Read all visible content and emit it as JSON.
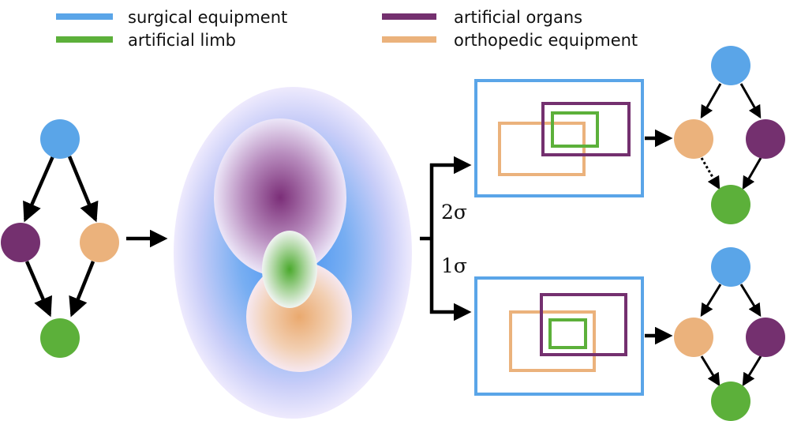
{
  "legend": {
    "items": [
      {
        "label": "surgical equipment",
        "color": "#5aa5e8"
      },
      {
        "label": "artificial limb",
        "color": "#5cb03a"
      },
      {
        "label": "artificial organs",
        "color": "#74306f"
      },
      {
        "label": "orthopedic equipment",
        "color": "#ebb27c"
      }
    ]
  },
  "branches": {
    "upper_label": "2σ",
    "lower_label": "1σ"
  },
  "node_colors": {
    "surgical": "#5aa5e8",
    "organs": "#74306f",
    "orthopedic": "#ebb27c",
    "limb": "#5cb03a"
  }
}
